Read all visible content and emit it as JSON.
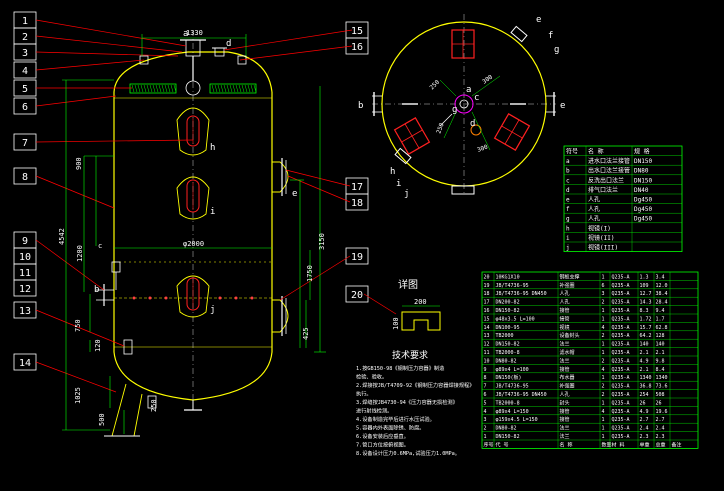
{
  "callouts_left": [
    "1",
    "2",
    "3",
    "4",
    "5",
    "6",
    "7",
    "8",
    "9",
    "10",
    "11",
    "12",
    "13",
    "14"
  ],
  "callouts_right": [
    "15",
    "16",
    "17",
    "18",
    "19"
  ],
  "callout_20": "20",
  "dims": {
    "top_width": "1330",
    "diameter": "φ2000",
    "total_height": "4542",
    "h_3150": "3150",
    "h_1750": "1750",
    "h_1200": "1200",
    "h_900": "900",
    "h_750": "750",
    "h_425": "425",
    "h_120": "120",
    "h_1025": "1025",
    "h_500": "500",
    "h_250": "250",
    "w_200": "200",
    "h_100": "100"
  },
  "nozzle_letters": {
    "a": "a",
    "b": "b",
    "c": "c",
    "d": "d",
    "e": "e",
    "f": "f",
    "g": "g",
    "h": "h",
    "i": "i",
    "j": "j"
  },
  "plan_dims": [
    "250",
    "300",
    "250",
    "300"
  ],
  "detail_title": "详图",
  "tech_title": "技术要求",
  "tech_lines": [
    "1.按GB150-98《钢制压力容器》制造",
    "  检验、验收。",
    "2.焊接按JB/T4709-92《钢制压力容器焊接规程》",
    "  执行。",
    "3.焊缝按JB4730-94《压力容器无损检测》",
    "  进行射线检测。",
    "4.设备制造完毕后进行水压试验。",
    "5.容器内外表面除锈、防腐。",
    "6.设备安装后应垂直。",
    "7.管口方位按俯视图。",
    "8.设备设计压力0.6MPa,试验压力1.0MPa。"
  ],
  "nozzle_table": {
    "headers": [
      "符号",
      "名 称",
      "规 格"
    ],
    "rows": [
      [
        "a",
        "进水口法兰接管",
        "DN150"
      ],
      [
        "b",
        "出水口法兰接管",
        "DN80"
      ],
      [
        "c",
        "反洗出口法兰",
        "DN150"
      ],
      [
        "d",
        "排气口法兰",
        "DN40"
      ],
      [
        "e",
        "人孔",
        "Dg450"
      ],
      [
        "f",
        "人孔",
        "Dg450"
      ],
      [
        "g",
        "人孔",
        "Dg450"
      ],
      [
        "h",
        "视镜(I)",
        ""
      ],
      [
        "i",
        "视镜(II)",
        ""
      ],
      [
        "j",
        "视镜(III)",
        ""
      ]
    ]
  },
  "parts_table": {
    "rows": [
      [
        "20",
        "10KG1X10",
        "钢板支撑",
        "1",
        "Q235-A",
        "1.3",
        "3.4"
      ],
      [
        "19",
        "JB/T4736-95",
        "补强圈",
        "6",
        "Q235-A",
        "109",
        "12.0"
      ],
      [
        "18",
        "JB/T4736-95 DN450",
        "人孔",
        "3",
        "Q235-A",
        "12.7",
        "38.4"
      ],
      [
        "17",
        "DN200-82 ",
        "人孔",
        "2",
        "Q235-A",
        "14.3",
        "28.4"
      ],
      [
        "16",
        "DN150-82",
        "接管",
        "1",
        "Q235-A",
        "8.3",
        "9.4"
      ],
      [
        "15",
        "φ48x3.5 L=100",
        "接管",
        "1",
        "Q235-A",
        "1.72",
        "1.7"
      ],
      [
        "14",
        "DN100-95",
        "视镜",
        "4",
        "Q235-A",
        "15.7",
        "62.8"
      ],
      [
        "13",
        "TB2000",
        "设备封头",
        "2",
        "Q235-A",
        "64.2",
        "128"
      ],
      [
        "12",
        "DN150-82",
        "法兰",
        "1",
        "Q235-A",
        "140",
        "140"
      ],
      [
        "11",
        "TB2000-8",
        "滤水帽",
        "1",
        "Q235-A",
        "2.1",
        "2.1"
      ],
      [
        "10",
        "DN80-82",
        "法兰",
        "2",
        "Q235-A",
        "4.9",
        "9.8"
      ],
      [
        "9",
        "φ89x4 L=100",
        "接管",
        "4",
        "Q235-A",
        "2.1",
        "8.4"
      ],
      [
        "8",
        "DN150(板)",
        "布水器",
        "1",
        "Q235-A",
        "1340",
        "1340"
      ],
      [
        "7",
        "JB/T4736-95",
        "补强圈",
        "2",
        "Q235-A",
        "36.8",
        "73.6"
      ],
      [
        "6",
        "JB/T4736-95 DN450",
        "人孔",
        "2",
        "Q235-A",
        "254",
        "508"
      ],
      [
        "5",
        "TB2000-8",
        "封头",
        "1",
        "Q235-A",
        "26",
        "26"
      ],
      [
        "4",
        "φ89x4 L=150",
        "接管",
        "4",
        "Q235-A",
        "4.9",
        "19.6"
      ],
      [
        "3",
        "φ159x4.5 L=150",
        "接管",
        "1",
        "Q235-A",
        "2.7",
        "2.7"
      ],
      [
        "2",
        "DN80-82",
        "法兰",
        "1",
        "Q235-A",
        "2.4",
        "2.4"
      ],
      [
        "1",
        "DN150-82",
        "法兰",
        "1",
        "Q235-A",
        "2.3",
        "2.3"
      ]
    ],
    "footer": [
      "序号",
      "代 号",
      "名 称",
      "数量",
      "材 料",
      "单重",
      "总重",
      "备注"
    ]
  },
  "colors": {
    "vessel": "#ffff00",
    "leader": "#ff0000",
    "dimension": "#00ff00",
    "nozzle": "#ffffff",
    "table_line": "#00ff00",
    "table_text": "#ffffff",
    "manhole": "#ff2020",
    "callout_box": "#ffffff",
    "circle_detail": "#ff00ff"
  }
}
